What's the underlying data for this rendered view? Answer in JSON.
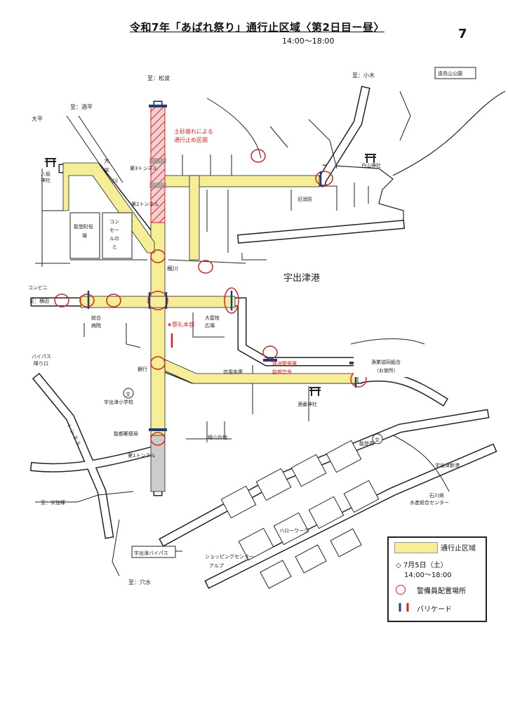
{
  "title": "令和7年「あばれ祭り」通行止区域〈第2日目ー昼〉",
  "time_range": "14:00～18:00",
  "page_number": "7",
  "colors": {
    "closure": "#f6ee96",
    "road": "#ffffff",
    "outline": "#222222",
    "alert": "#dd2222",
    "barricade_blue": "#1f3f7a",
    "barricade_red": "#d22222"
  },
  "destinations": {
    "matsunami": "至：松波",
    "oki": "至：小木",
    "noto_park": "遠島山公園",
    "omachi": "至：酒平",
    "otaira": "大平",
    "anamizu": "至：穴水",
    "kaga": "至：宇加塚"
  },
  "notes": {
    "landslide_1": "土砂崩れによる",
    "landslide_2": "通行止め区間"
  },
  "places": {
    "yasaka": "八坂",
    "yasaka2": "神社",
    "hakusan": "白山神社",
    "tunnel3": "第3トンネル",
    "tunnel2": "第2トンネル",
    "tunnel1": "第1トンネル",
    "kajikawa": "梶川",
    "otaira_river1": "大",
    "otaira_river2": "平",
    "otaira_river3": "川",
    "noto_office_1": "能登町役",
    "noto_office_2": "場",
    "concert_1": "コン",
    "concert_2": "セー",
    "concert_3": "ルの",
    "concert_4": "と",
    "ujitsu_port": "宇出津港",
    "convenience": "コンビニ",
    "station_yokota": "至：横田",
    "sogo_1": "総合",
    "sogo_2": "病院",
    "omachi_school_1": "大屋枝",
    "omachi_school_2": "広場",
    "hq": "★祭礼本部",
    "bank": "銀行",
    "shinkin": "信用金庫",
    "police_1": "珠洲警察署",
    "police_2": "能都庁舎",
    "fishery_1": "漁業協同組合",
    "fishery_2": "（お旅所）",
    "sakadare": "酒垂神社",
    "ujitsu_school": "宇出津小学校",
    "post_office": "能都郵便局",
    "kuruma": "崎山台地",
    "noto_high": "能登高",
    "ujitsu_shinko": "宇出津新港",
    "ishikawa_1": "石川県",
    "ishikawa_2": "水産総合センター",
    "hello_work": "ハローワーク",
    "shopping_1": "ショッピングセンター",
    "shopping_2": "アルプ",
    "bypass": "宇出津バイパス",
    "bypass_exit_1": "バイパス",
    "bypass_exit_2": "降り口",
    "tunnel_vertical": "ト ン ネ ル",
    "old_road": "旧消防",
    "bunsho": "文"
  },
  "legend": {
    "closure_label": "通行止区域",
    "date_line": "◇ 7月5日（土）",
    "time_line": "14:00～18:00",
    "guard_label": "警備員配置場所",
    "barricade_label": "バリケード"
  }
}
